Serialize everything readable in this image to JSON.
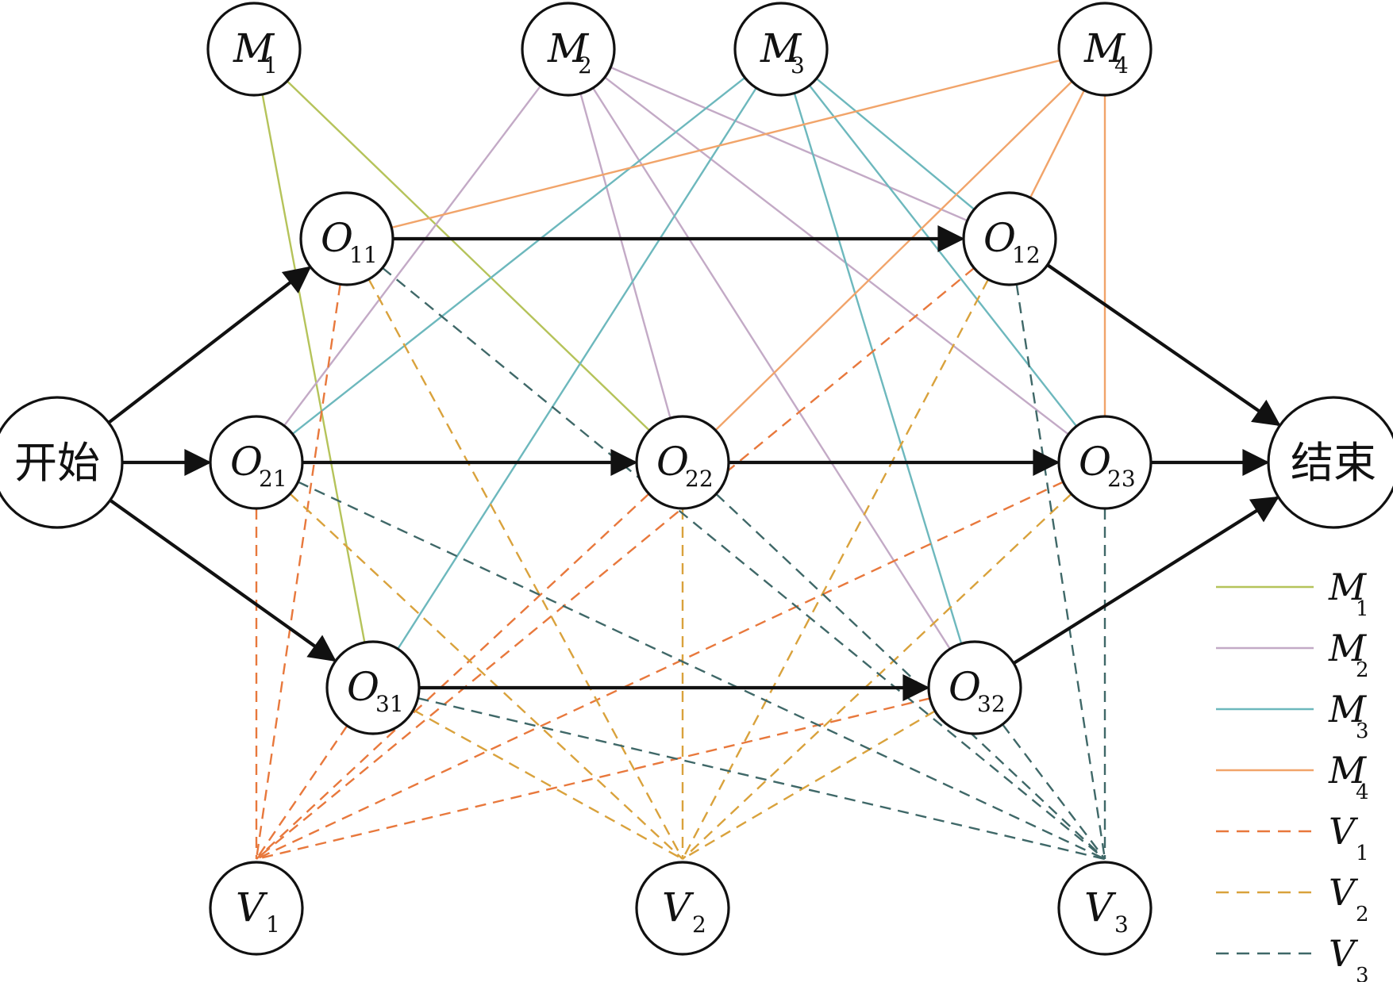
{
  "colors": {
    "M1": "#b5c35a",
    "M2": "#c3aac6",
    "M3": "#6db8bd",
    "M4": "#f1a46a",
    "V1": "#e8783c",
    "V2": "#d9a23c",
    "V3": "#3f6868",
    "flow": "#111111"
  },
  "nodes": [
    {
      "id": "start",
      "label": "开始"
    },
    {
      "id": "end",
      "label": "结束"
    },
    {
      "id": "M1",
      "main": "M",
      "sub": "1"
    },
    {
      "id": "M2",
      "main": "M",
      "sub": "2"
    },
    {
      "id": "M3",
      "main": "M",
      "sub": "3"
    },
    {
      "id": "M4",
      "main": "M",
      "sub": "4"
    },
    {
      "id": "O11",
      "main": "O",
      "sub": "11"
    },
    {
      "id": "O12",
      "main": "O",
      "sub": "12"
    },
    {
      "id": "O21",
      "main": "O",
      "sub": "21"
    },
    {
      "id": "O22",
      "main": "O",
      "sub": "22"
    },
    {
      "id": "O23",
      "main": "O",
      "sub": "23"
    },
    {
      "id": "O31",
      "main": "O",
      "sub": "31"
    },
    {
      "id": "O32",
      "main": "O",
      "sub": "32"
    },
    {
      "id": "V1",
      "main": "V",
      "sub": "1"
    },
    {
      "id": "V2",
      "main": "V",
      "sub": "2"
    },
    {
      "id": "V3",
      "main": "V",
      "sub": "3"
    }
  ],
  "flow_edges": [
    [
      "start",
      "O11"
    ],
    [
      "start",
      "O21"
    ],
    [
      "start",
      "O31"
    ],
    [
      "O11",
      "O12"
    ],
    [
      "O21",
      "O22"
    ],
    [
      "O22",
      "O23"
    ],
    [
      "O31",
      "O32"
    ],
    [
      "O12",
      "end"
    ],
    [
      "O23",
      "end"
    ],
    [
      "O32",
      "end"
    ]
  ],
  "machine_edges": {
    "M1": [
      "O22",
      "O31"
    ],
    "M2": [
      "O12",
      "O21",
      "O22",
      "O23",
      "O32"
    ],
    "M3": [
      "O12",
      "O21",
      "O23",
      "O31",
      "O32"
    ],
    "M4": [
      "O11",
      "O12",
      "O22",
      "O23"
    ]
  },
  "vehicle_edges": {
    "V1": [
      "O11",
      "O12",
      "O21",
      "O22",
      "O23",
      "O31",
      "O32"
    ],
    "V2": [
      "O11",
      "O12",
      "O21",
      "O22",
      "O23",
      "O31",
      "O32"
    ],
    "V3": [
      "O11",
      "O12",
      "O21",
      "O22",
      "O23",
      "O31",
      "O32"
    ]
  },
  "legend": [
    {
      "id": "M1",
      "main": "M",
      "sub": "1",
      "style": "solid"
    },
    {
      "id": "M2",
      "main": "M",
      "sub": "2",
      "style": "solid"
    },
    {
      "id": "M3",
      "main": "M",
      "sub": "3",
      "style": "solid"
    },
    {
      "id": "M4",
      "main": "M",
      "sub": "4",
      "style": "solid"
    },
    {
      "id": "V1",
      "main": "V",
      "sub": "1",
      "style": "dashed"
    },
    {
      "id": "V2",
      "main": "V",
      "sub": "2",
      "style": "dashed"
    },
    {
      "id": "V3",
      "main": "V",
      "sub": "3",
      "style": "dashed"
    }
  ]
}
